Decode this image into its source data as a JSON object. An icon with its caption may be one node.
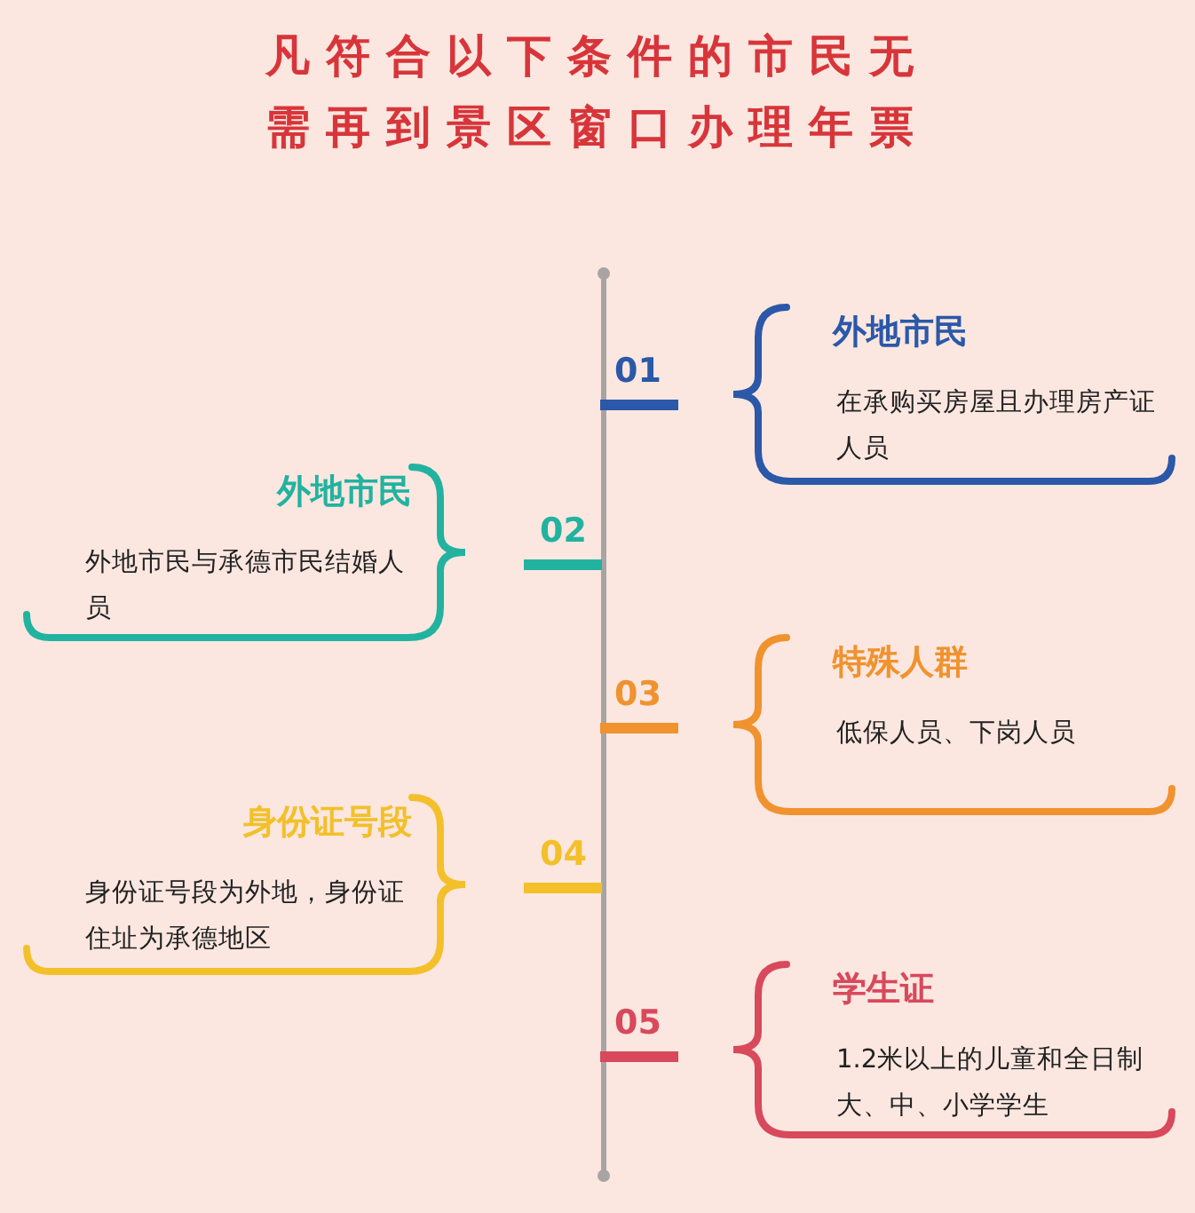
{
  "diagram": {
    "title": "凡符合以下条件的市民无需再到景区窗口办理年票",
    "nodes": [
      {
        "text": [
          "外地市民",
          "在承购买房屋且办理房产证人员"
        ]
      },
      {
        "text": [
          "外地市民",
          "外地市民与承德市民结婚人员"
        ]
      },
      {
        "text": [
          "特殊人群",
          "低保人员、下岗人员"
        ]
      },
      {
        "text": [
          "身份证号段",
          "身份证号段为外地，身份证住址为承德地区"
        ]
      },
      {
        "text": [
          "学生证",
          "1.2米以上的儿童和全日制大、中、小学学生"
        ]
      }
    ],
    "labels": [
      "01",
      "02",
      "03",
      "04",
      "05"
    ]
  }
}
